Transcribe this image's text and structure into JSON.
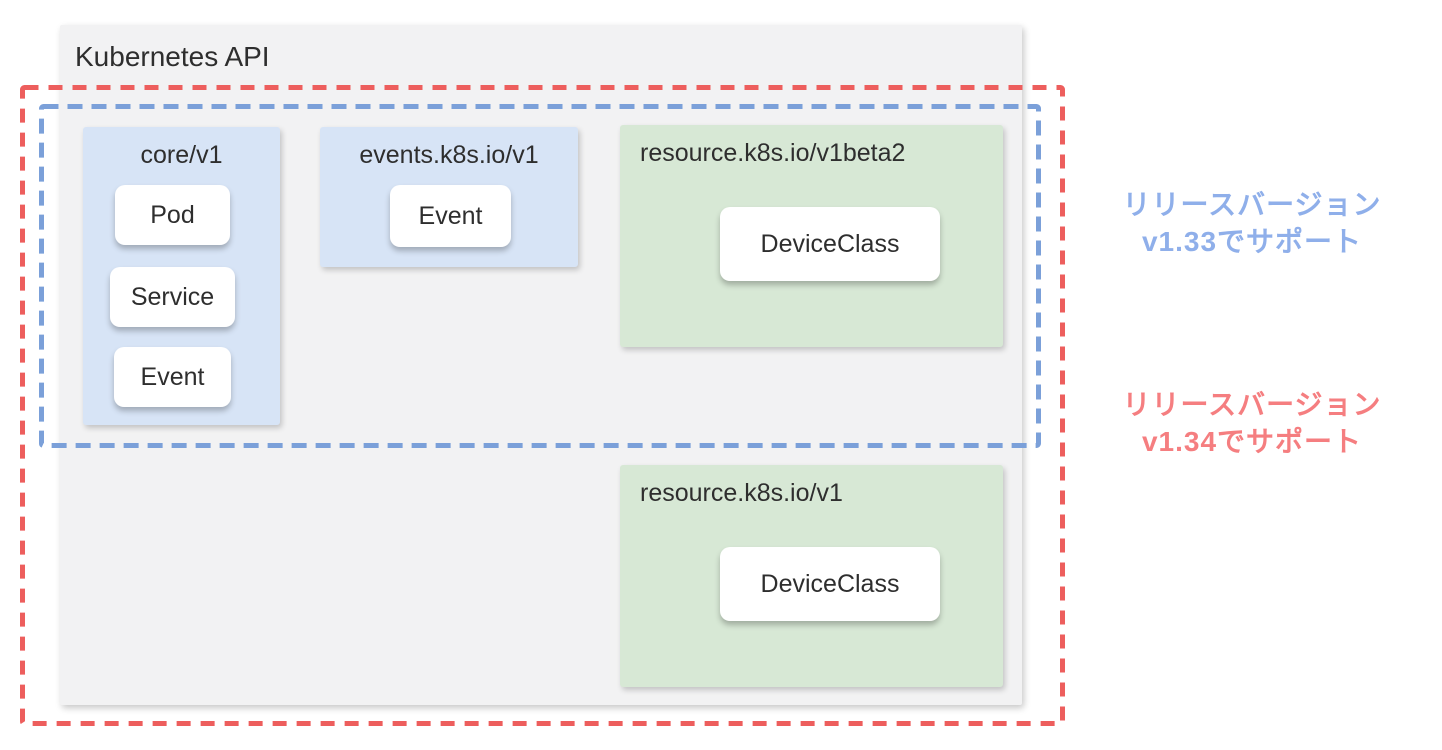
{
  "container": {
    "title": "Kubernetes API"
  },
  "groups": [
    {
      "label": "core/v1",
      "theme": "blue",
      "items": [
        "Pod",
        "Service",
        "Event"
      ]
    },
    {
      "label": "events.k8s.io/v1",
      "theme": "blue",
      "items": [
        "Event"
      ]
    },
    {
      "label": "resource.k8s.io/v1beta2",
      "theme": "green",
      "items": [
        "DeviceClass"
      ]
    },
    {
      "label": "resource.k8s.io/v1",
      "theme": "green",
      "items": [
        "DeviceClass"
      ]
    }
  ],
  "annotations": {
    "v133": {
      "line1": "リリースバージョン",
      "line2": "v1.33でサポート"
    },
    "v134": {
      "line1": "リリースバージョン",
      "line2": "v1.34でサポート"
    }
  },
  "colors": {
    "container_bg": "#f2f2f3",
    "blue_group_bg": "#d7e4f6",
    "green_group_bg": "#d7e8d5",
    "chip_bg": "#ffffff",
    "text_dark": "#2e2e2e",
    "red_dash": "#ed5e5d",
    "blue_dash": "#7ba0d9",
    "blue_label_text": "#8fafea",
    "red_label_text": "#f57e80"
  }
}
